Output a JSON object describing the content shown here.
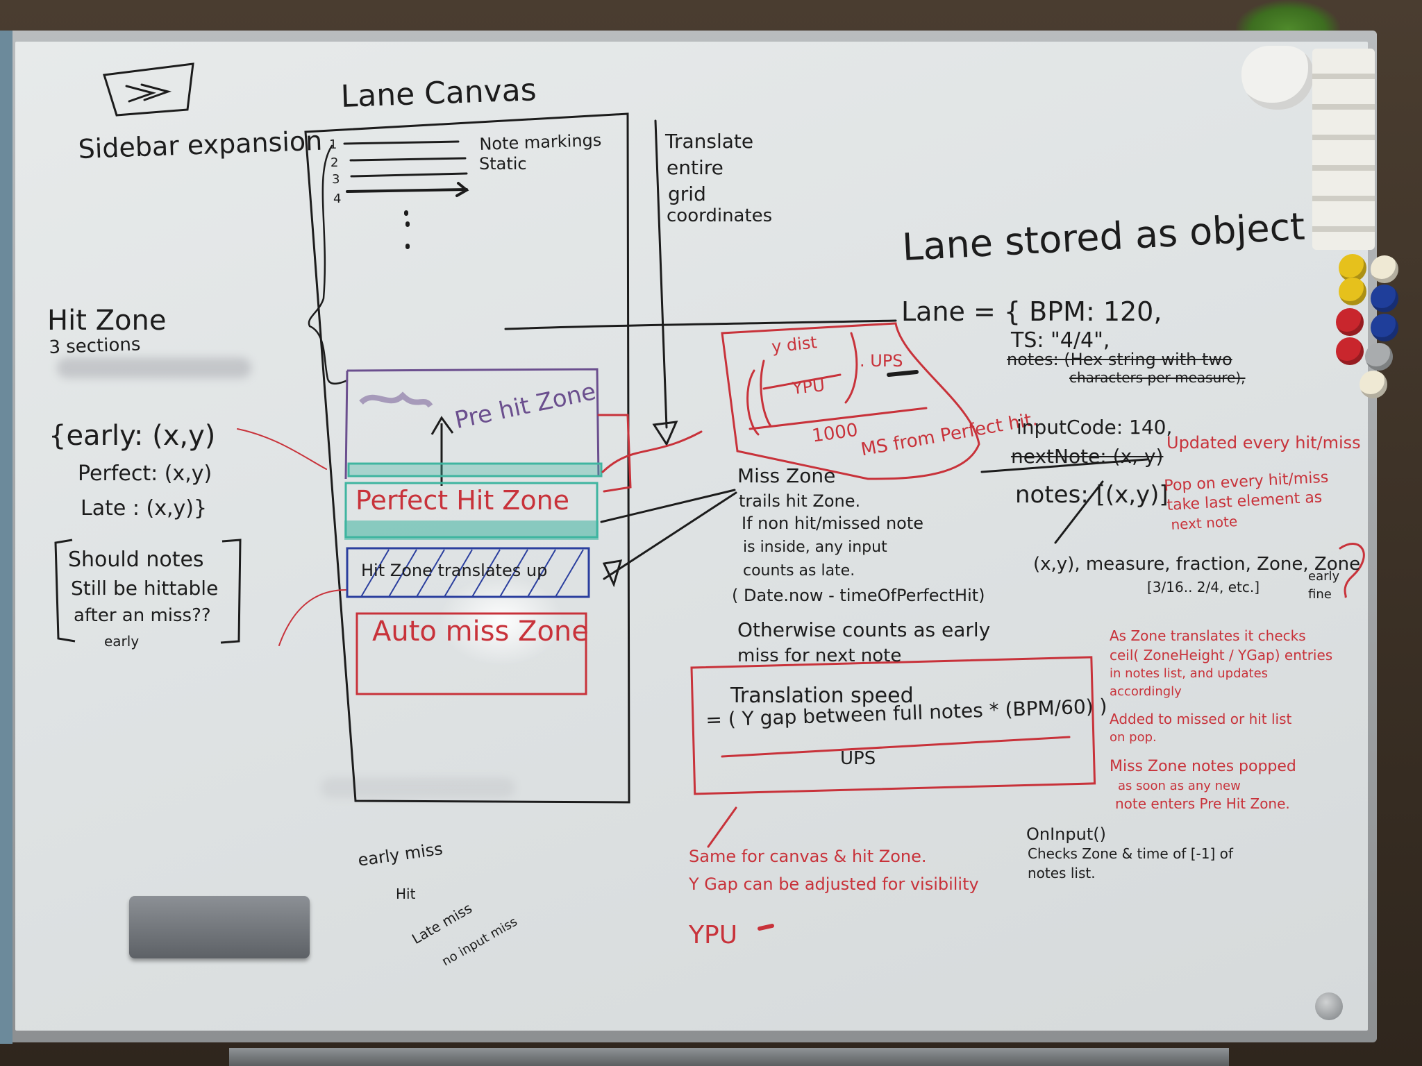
{
  "board": {
    "top_left": {
      "heading": "Sidebar expansion"
    },
    "lane_canvas": {
      "heading": "Lane Canvas",
      "row_numbers": [
        "1",
        "2",
        "3",
        "4"
      ],
      "note_markings_label": "Note markings",
      "static_label": "Static",
      "pre_hit_zone_label": "Pre hit Zone",
      "perfect_hit_zone_label": "Perfect Hit Zone",
      "hit_zone_translates_label": "Hit Zone translates up",
      "auto_miss_zone_label": "Auto miss Zone"
    },
    "translate_note": {
      "lines": [
        "Translate",
        "entire",
        "grid",
        "coordinates"
      ]
    },
    "hit_zone": {
      "title": "Hit Zone",
      "subtitle": "3 sections",
      "early": "{early: (x,y)",
      "perfect": "Perfect: (x,y)",
      "late": "Late : (x,y)}",
      "question_lines": [
        "Should notes",
        "Still be hittable",
        "after an miss??"
      ],
      "question_extra": "early"
    },
    "ups_formula": {
      "numerator": "y dist",
      "denominator": "YPU",
      "multiplier": ". UPS",
      "divisor": "1000",
      "caption": "MS from Perfect hit."
    },
    "lane_object": {
      "title": "Lane stored as object",
      "bpm": "Lane = { BPM: 120,",
      "ts": "TS: \"4/4\",",
      "notes_struck": "notes: (Hex string with two",
      "notes_struck_2": "characters per measure),",
      "input_code": "inputCode: 140,",
      "next_note": "nextNote: (x, y)",
      "next_note_comment": "Updated every hit/miss",
      "notes_list": "notes: [(x,y)]",
      "notes_comment": [
        "Pop on every hit/miss",
        "take last element as",
        "next note"
      ],
      "tuple": "(x,y), measure, fraction, Zone, Zone",
      "tuple_extra": [
        "early",
        "fine"
      ],
      "fraction_examples": "[3/16.. 2/4, etc.]"
    },
    "miss_zone": {
      "lines": [
        "Miss Zone",
        "trails hit Zone.",
        "If non hit/missed note",
        "is inside, any input",
        "counts as late.",
        "( Date.now - timeOfPerfectHit)",
        "Otherwise counts as early",
        "miss for next note"
      ]
    },
    "translation_speed": {
      "title": "Translation speed",
      "numerator": "= ( Y gap between full notes * (BPM/60) )",
      "denominator": "UPS"
    },
    "red_notes": {
      "lines": [
        "As Zone translates it checks",
        "ceil( ZoneHeight / YGap) entries",
        "in notes list, and updates",
        "accordingly",
        "Added to missed or hit list",
        "on pop.",
        "Miss Zone notes popped",
        "as soon as any new",
        "note enters Pre Hit Zone."
      ]
    },
    "on_input": {
      "title": "OnInput()",
      "lines": [
        "Checks Zone & time of [-1] of",
        "notes list."
      ]
    },
    "bottom_red": {
      "lines": [
        "Same for canvas & hit Zone.",
        "Y Gap can be adjusted for visibility",
        "YPU"
      ]
    },
    "sequence": {
      "lines": [
        "early miss",
        "Hit",
        "Late miss",
        "no input miss"
      ]
    }
  },
  "colors": {
    "black_marker": "#1c1c1c",
    "red_marker": "#c8323a",
    "teal_marker": "#3fb5a0",
    "blue_marker": "#2b3f9e",
    "purple_marker": "#6b4f8e"
  }
}
